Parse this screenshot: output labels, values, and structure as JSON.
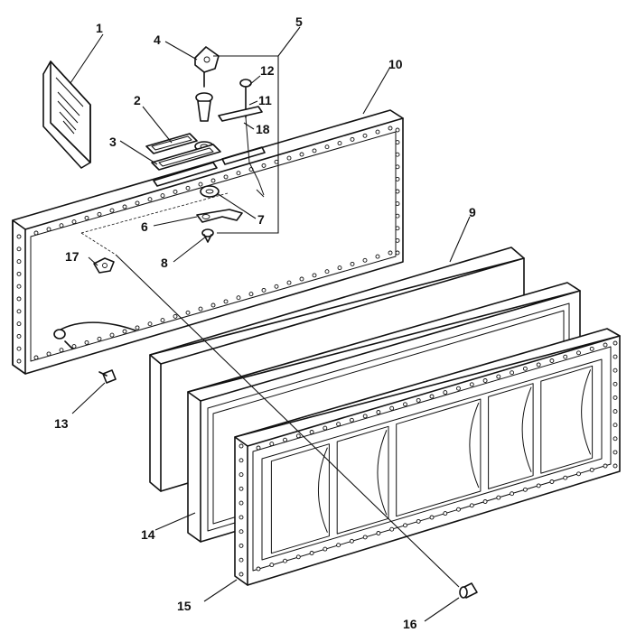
{
  "callouts": [
    {
      "id": "label-1",
      "text": "1"
    },
    {
      "id": "label-2",
      "text": "2"
    },
    {
      "id": "label-3",
      "text": "3"
    },
    {
      "id": "label-4",
      "text": "4"
    },
    {
      "id": "label-5",
      "text": "5"
    },
    {
      "id": "label-6",
      "text": "6"
    },
    {
      "id": "label-7",
      "text": "7"
    },
    {
      "id": "label-8",
      "text": "8"
    },
    {
      "id": "label-9",
      "text": "9"
    },
    {
      "id": "label-10",
      "text": "10"
    },
    {
      "id": "label-11",
      "text": "11"
    },
    {
      "id": "label-12",
      "text": "12"
    },
    {
      "id": "label-13",
      "text": "13"
    },
    {
      "id": "label-14",
      "text": "14"
    },
    {
      "id": "label-15",
      "text": "15"
    },
    {
      "id": "label-16",
      "text": "16"
    },
    {
      "id": "label-17",
      "text": "17"
    },
    {
      "id": "label-18",
      "text": "18"
    }
  ]
}
